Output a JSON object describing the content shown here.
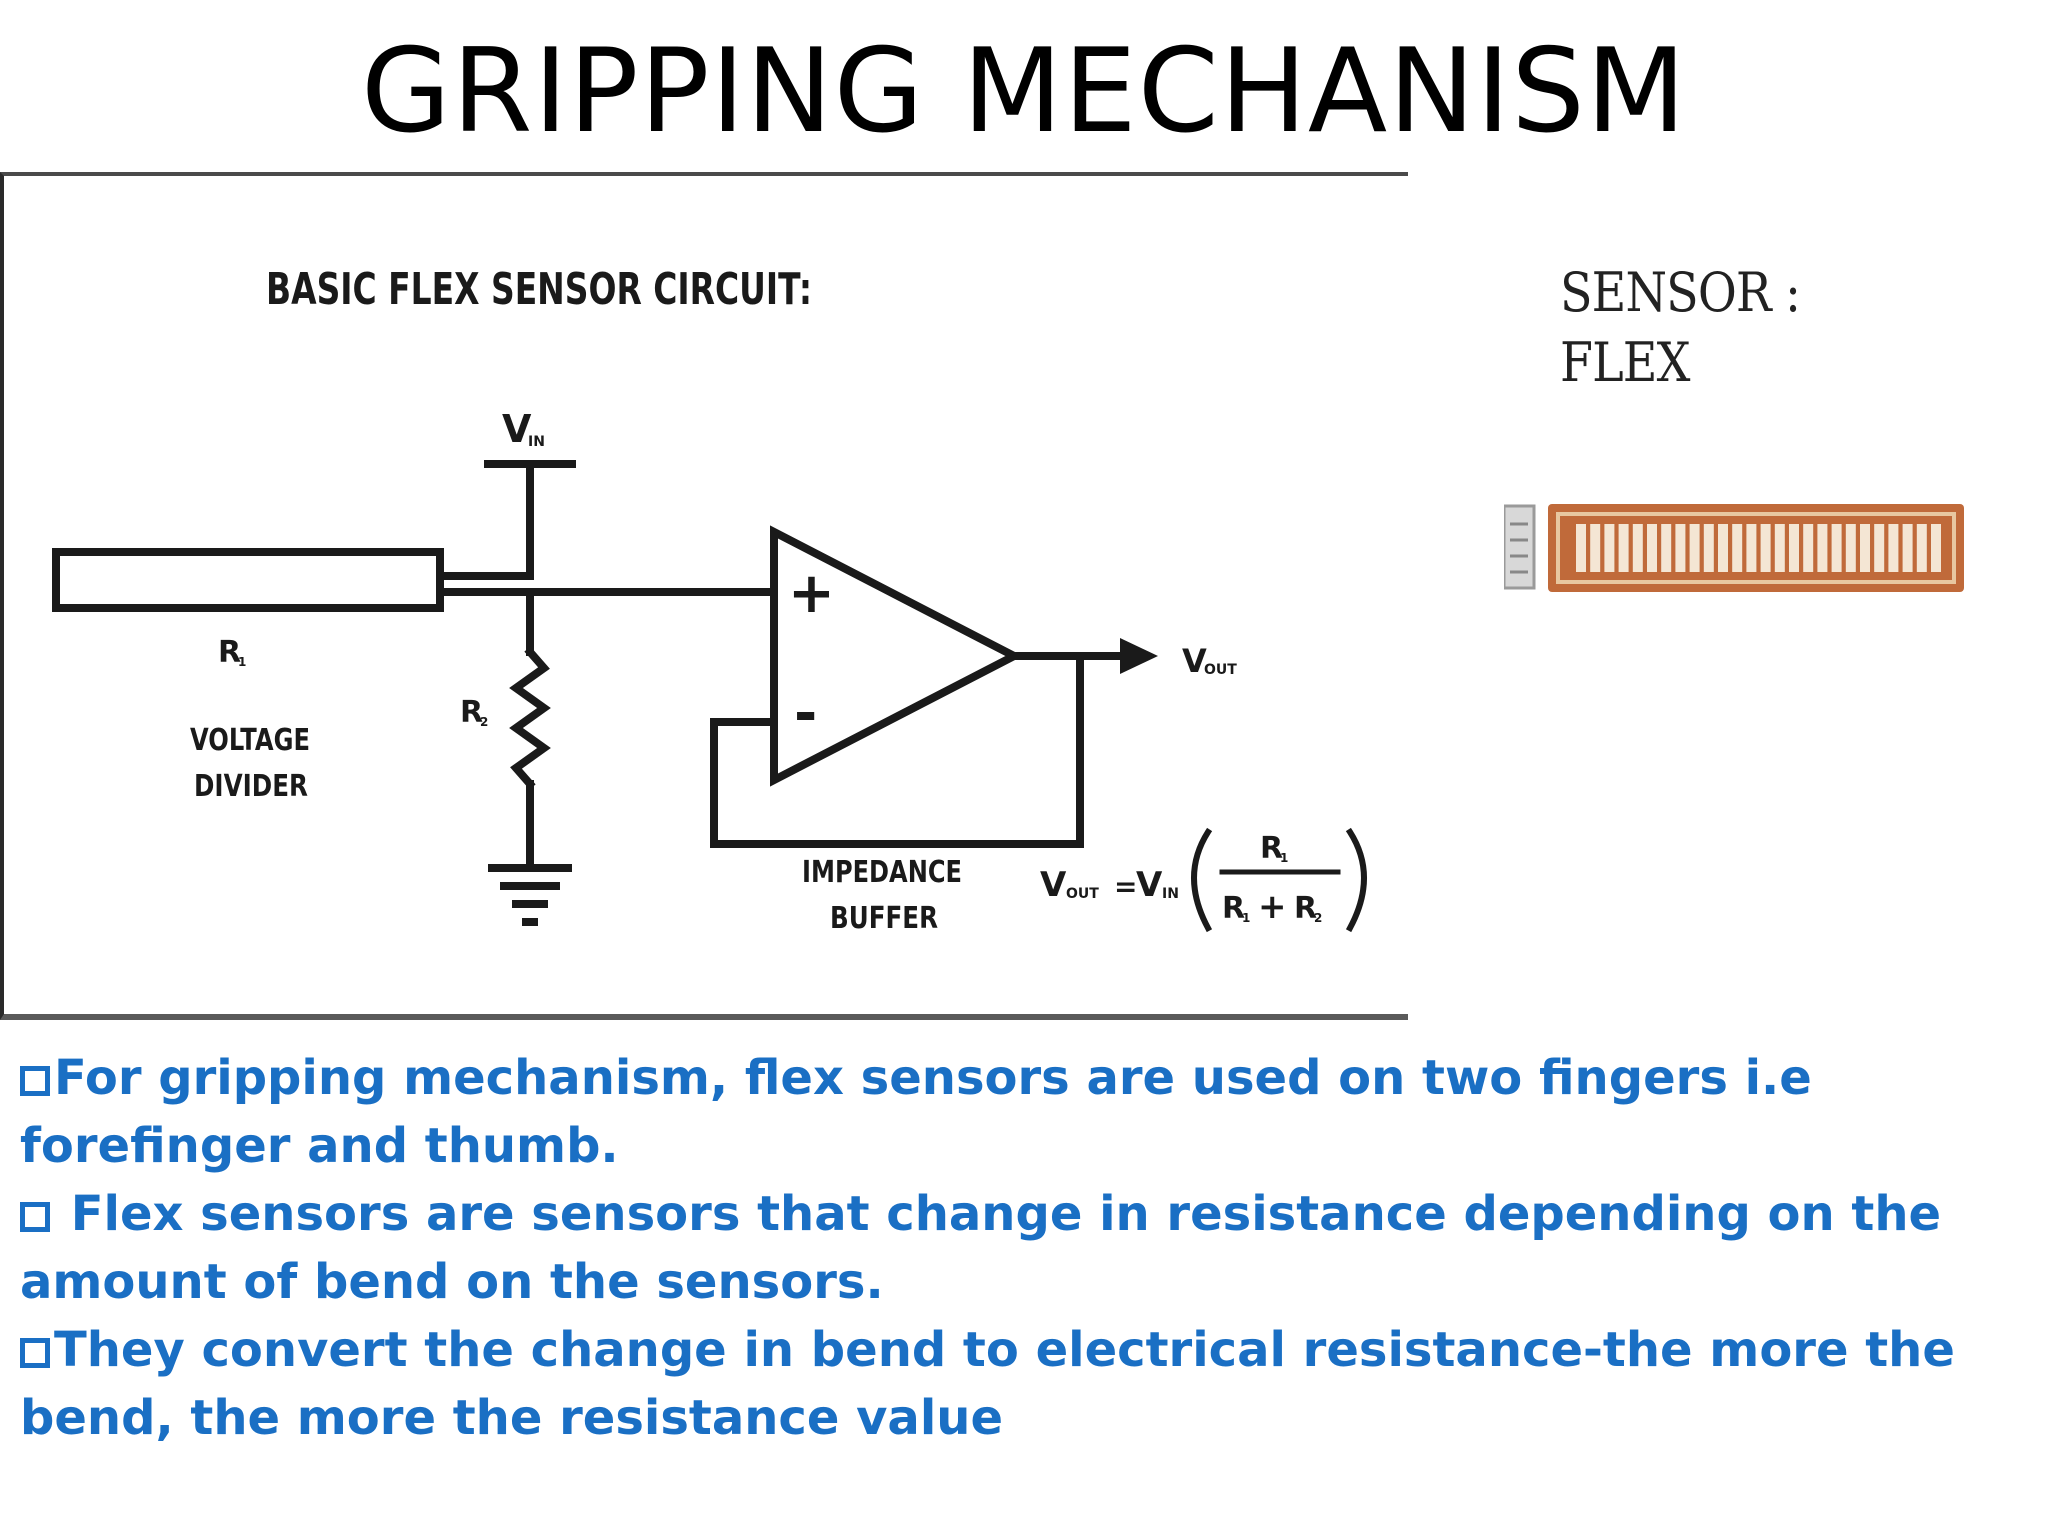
{
  "slide": {
    "title": "GRIPPING MECHANISM"
  },
  "circuit": {
    "heading": "BASIC FLEX SENSOR CIRCUIT:",
    "vin_label": "V",
    "vin_sub": "IN",
    "r1_label": "R",
    "r1_sub": "1",
    "r2_label": "R",
    "r2_sub": "2",
    "divider_line1": "VOLTAGE",
    "divider_line2": "DIVIDER",
    "plus_sign": "+",
    "minus_sign": "-",
    "vout_label": "V",
    "vout_sub": "OUT",
    "buffer_line1": "IMPEDANCE",
    "buffer_line2": "BUFFER",
    "formula_lhs": "V",
    "formula_lhs_sub": "OUT",
    "formula_eq": "=",
    "formula_vin": "V",
    "formula_vin_sub": "IN",
    "formula_num": "R",
    "formula_num_sub": "1",
    "formula_den_a": "R",
    "formula_den_a_sub": "1",
    "formula_den_plus": "+",
    "formula_den_b": "R",
    "formula_den_b_sub": "2"
  },
  "sensor": {
    "title": "SENSOR : FLEX"
  },
  "bullets": [
    "For gripping mechanism, flex sensors are used on two fingers i.e forefinger and thumb.",
    " Flex sensors are sensors that change in resistance depending on the amount of bend on the sensors.",
    "They convert the change in bend to electrical resistance-the more the bend, the more the resistance value"
  ],
  "colors": {
    "bullet_text": "#1a6fc4",
    "sensor_strip": "#c06a3a"
  }
}
